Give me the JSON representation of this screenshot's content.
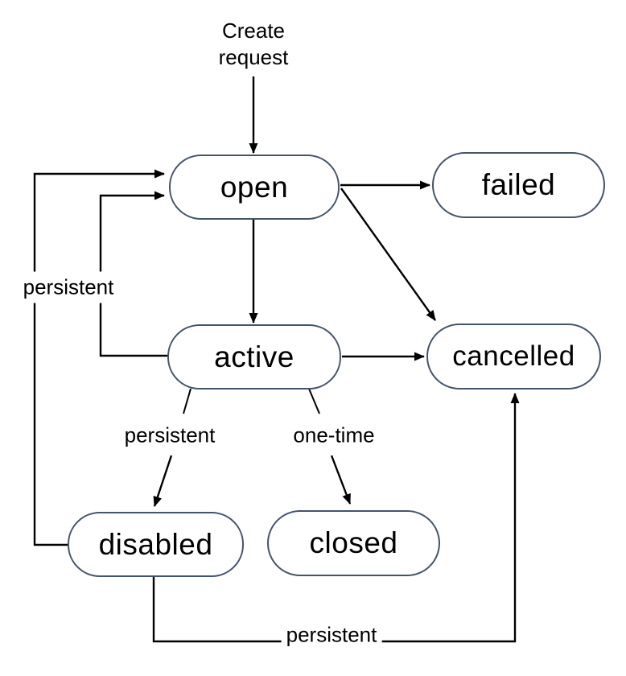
{
  "diagram": {
    "type": "state-diagram",
    "colors": {
      "node_border": "#44546a",
      "node_fill": "#ffffff",
      "edge": "#000000",
      "text": "#000000",
      "background": "#ffffff"
    },
    "nodes": {
      "open": {
        "label": "open"
      },
      "failed": {
        "label": "failed"
      },
      "active": {
        "label": "active"
      },
      "cancelled": {
        "label": "cancelled"
      },
      "disabled": {
        "label": "disabled"
      },
      "closed": {
        "label": "closed"
      }
    },
    "labels": {
      "create_request": "Create request",
      "persistent_left": "persistent",
      "persistent_branch": "persistent",
      "one_time": "one-time",
      "persistent_bottom": "persistent"
    },
    "transitions": [
      {
        "from": "start",
        "to": "open",
        "label": "Create request"
      },
      {
        "from": "open",
        "to": "failed",
        "label": ""
      },
      {
        "from": "open",
        "to": "active",
        "label": ""
      },
      {
        "from": "open",
        "to": "cancelled",
        "label": ""
      },
      {
        "from": "active",
        "to": "cancelled",
        "label": ""
      },
      {
        "from": "active",
        "to": "disabled",
        "label": "persistent"
      },
      {
        "from": "active",
        "to": "closed",
        "label": "one-time"
      },
      {
        "from": "active",
        "to": "open",
        "label": "persistent"
      },
      {
        "from": "disabled",
        "to": "open",
        "label": "persistent"
      },
      {
        "from": "disabled",
        "to": "cancelled",
        "label": "persistent"
      }
    ]
  }
}
